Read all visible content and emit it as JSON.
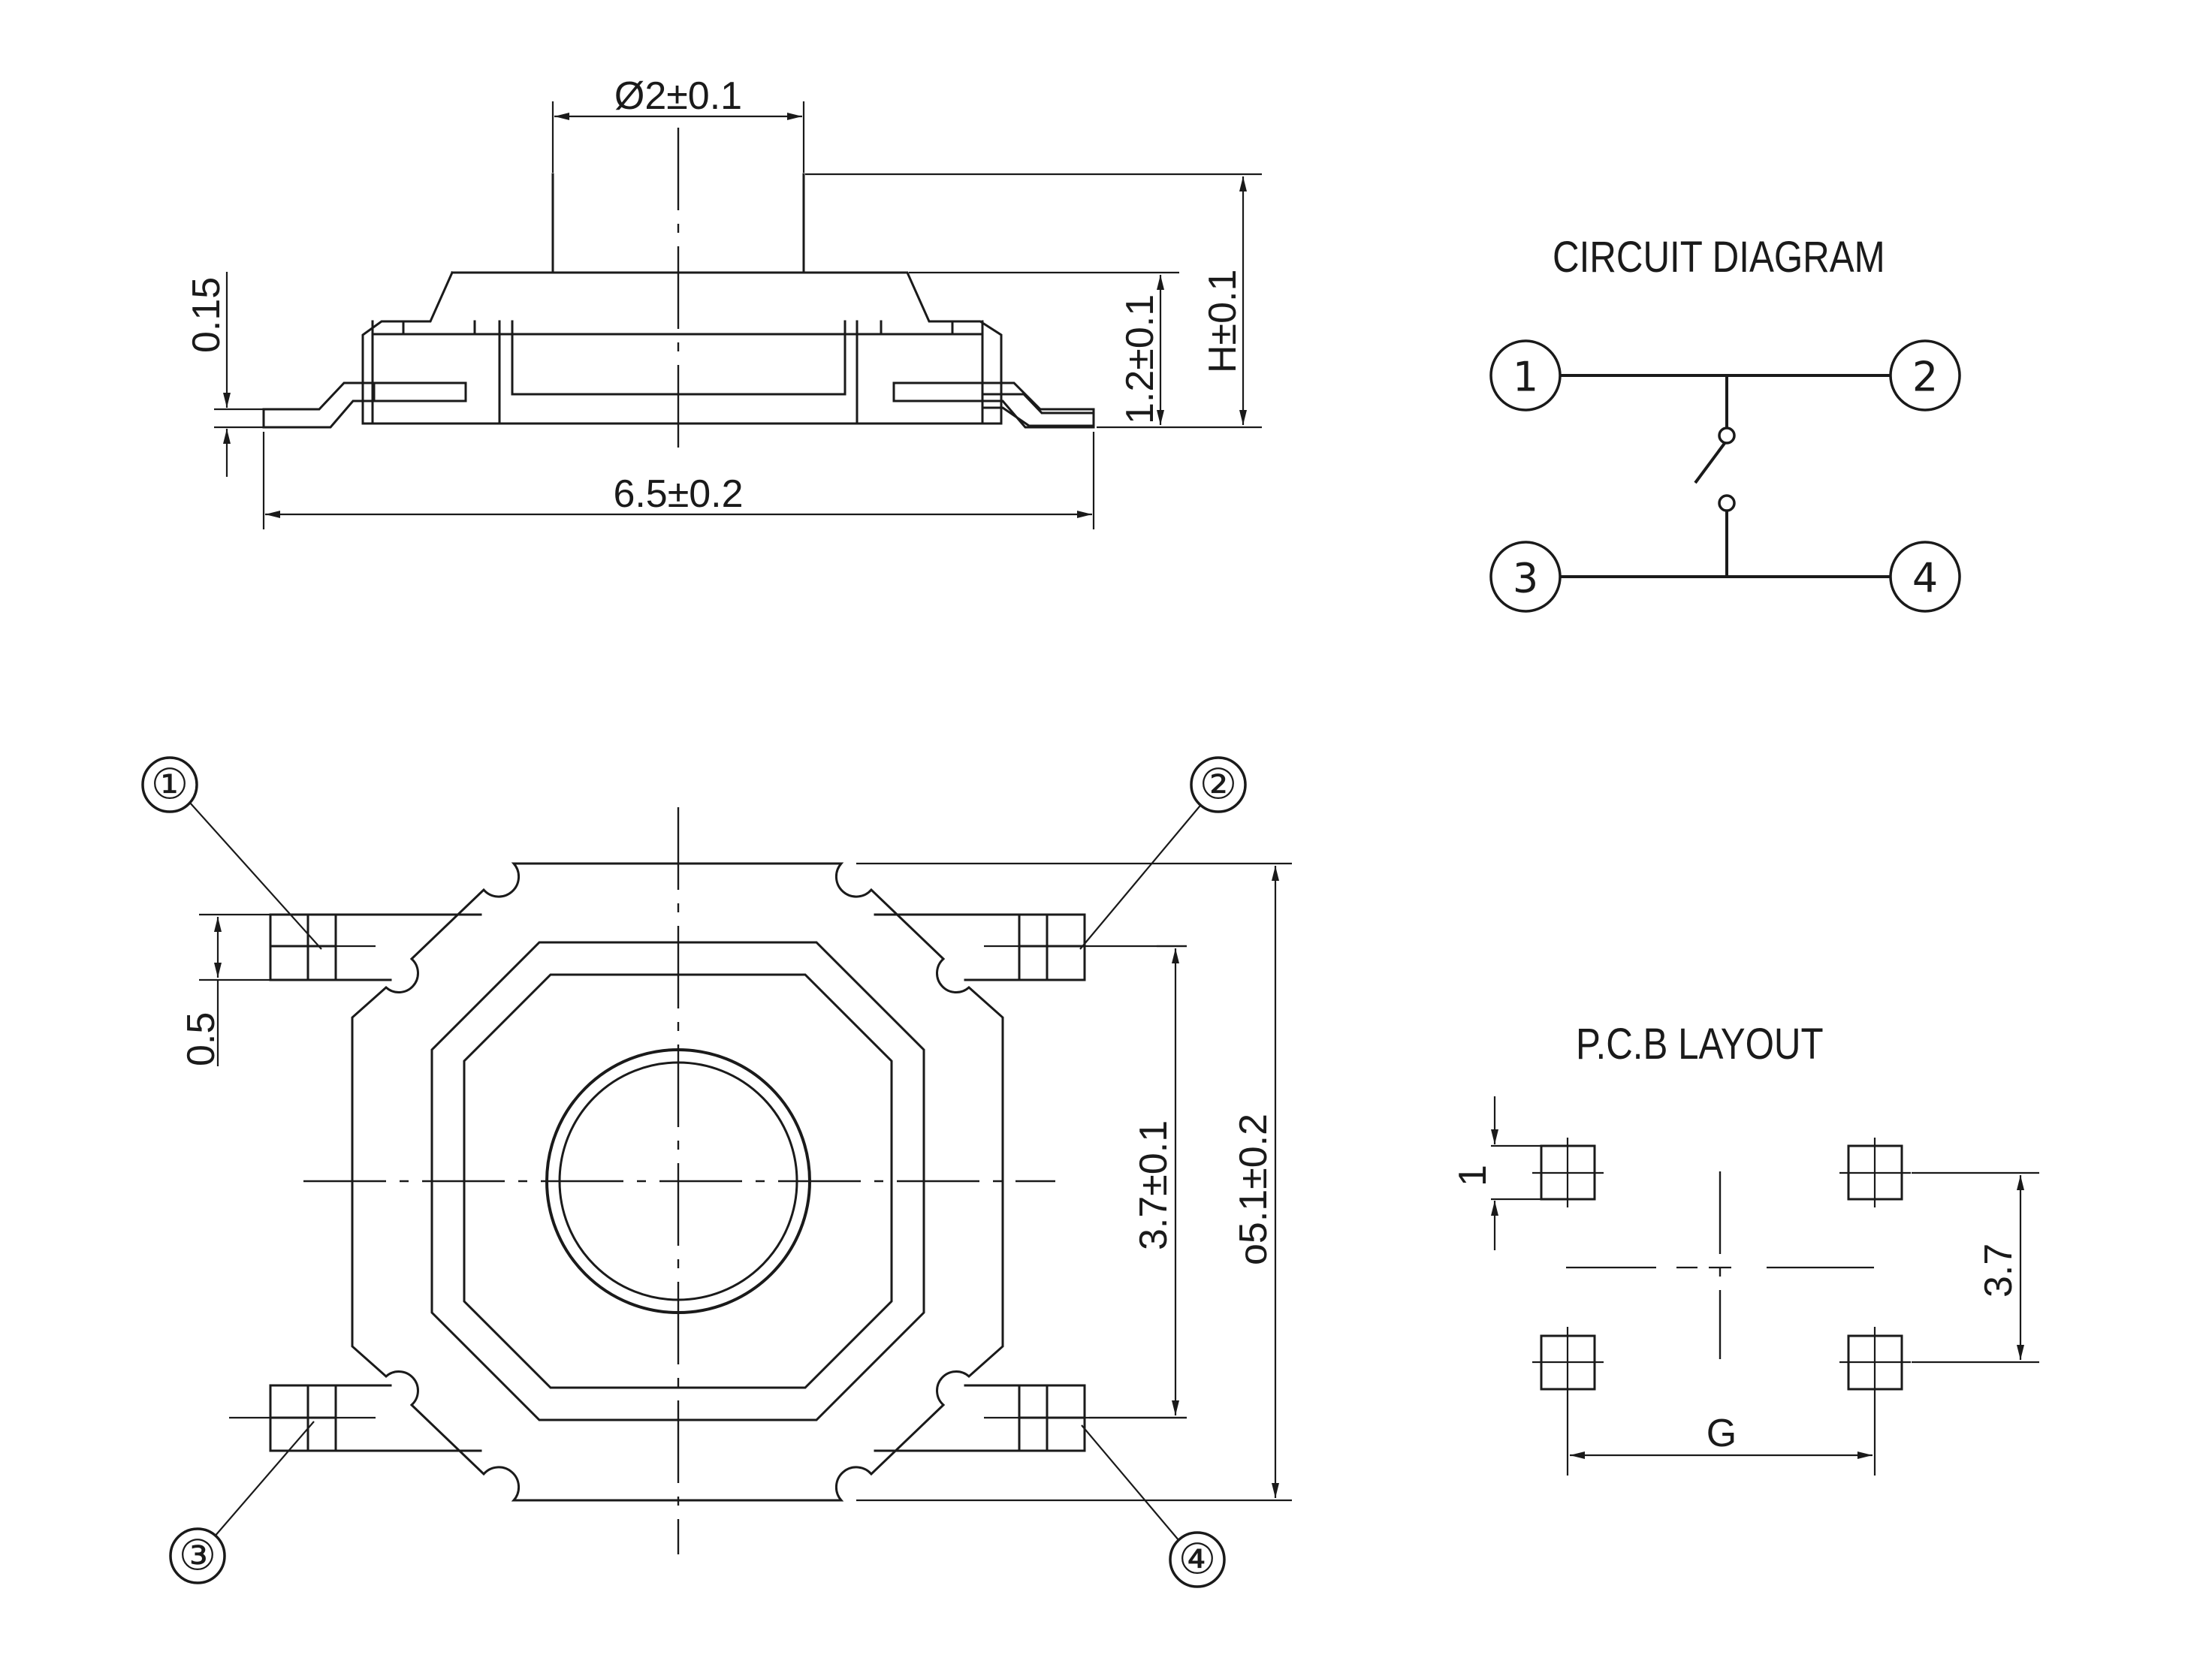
{
  "side_view": {
    "dim_top": "Ø2±0.1",
    "dim_width": "6.5±0.2",
    "dim_thickness": "0.15",
    "dim_body_height": "1.2±0.1",
    "dim_total_height": "H±0.1"
  },
  "circuit_diagram": {
    "title": "CIRCUIT   DIAGRAM",
    "pins": [
      "1",
      "2",
      "3",
      "4"
    ]
  },
  "top_view": {
    "pin_labels": [
      "①",
      "②",
      "③",
      "④"
    ],
    "dim_lead_width": "0.5",
    "dim_lead_pitch": "3.7±0.1",
    "dim_body": "o5.1±0.2"
  },
  "pcb_layout": {
    "title": "P.C.B    LAYOUT",
    "dim_pad": "1",
    "dim_vertical": "3.7",
    "dim_horizontal": "G"
  }
}
